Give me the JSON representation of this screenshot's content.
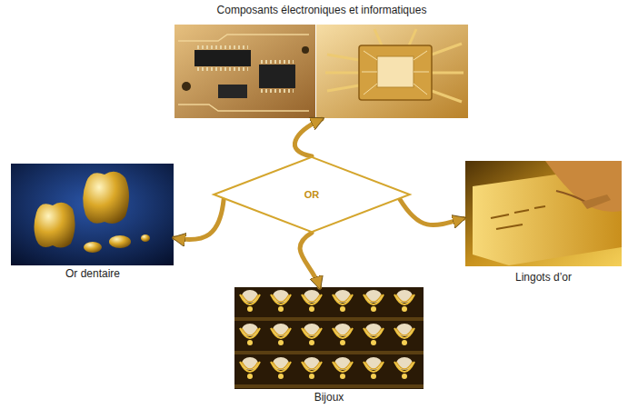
{
  "diagram": {
    "nodes": [
      {
        "text": [
          "Composants électroniques et informatiques"
        ]
      },
      {
        "text": [
          "OR"
        ]
      },
      {
        "text": [
          "Or dentaire"
        ]
      },
      {
        "text": [
          "Lingots d’or"
        ]
      },
      {
        "text": [
          "Bijoux"
        ]
      }
    ],
    "edges": [
      {
        "from": 1,
        "to": 0,
        "arrow": "to"
      },
      {
        "from": 1,
        "to": 2,
        "arrow": "to"
      },
      {
        "from": 1,
        "to": 4,
        "arrow": "to"
      },
      {
        "from": 1,
        "to": 3,
        "arrow": "to"
      }
    ]
  }
}
